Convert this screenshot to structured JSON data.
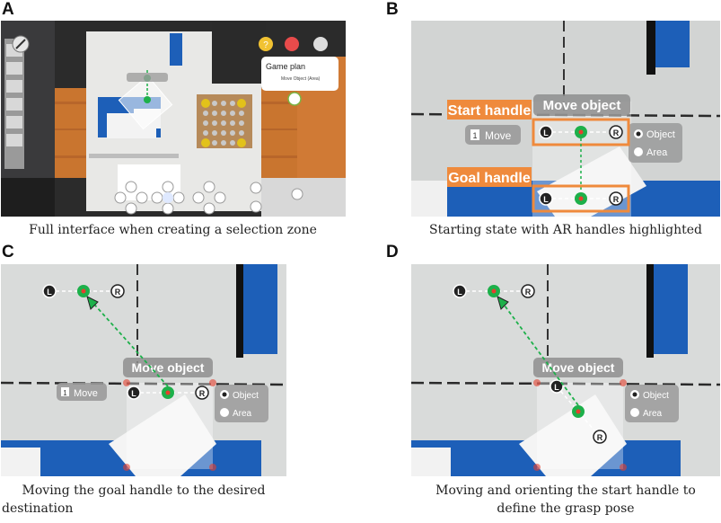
{
  "panels": [
    {
      "letter": "A",
      "caption": "Full interface when creating a selection zone"
    },
    {
      "letter": "B",
      "caption": "Starting state with AR handles highlighted"
    },
    {
      "letter": "C",
      "caption_line1": "Moving the goal handle to the desired",
      "caption_line2": "destination"
    },
    {
      "letter": "D",
      "caption_line1": "Moving and orienting the start handle to",
      "caption_line2": "define the grasp pose"
    }
  ],
  "ui": {
    "move_object": "Move object",
    "move_step": "1",
    "move_label": "Move",
    "option_object": "Object",
    "option_area": "Area",
    "handle_left": "L",
    "handle_right": "R",
    "start_handle_label": "Start handle",
    "goal_handle_label": "Goal handle",
    "game_plan_title": "Game plan",
    "game_plan_step": "Move Object (Area)",
    "help_icon_text": "?"
  },
  "colors": {
    "handle_green": "#1db04a",
    "handle_dot_red": "#e5402e",
    "highlight_orange": "#ef8a3c",
    "table_blue": "#1d5fb8",
    "wood": "#c9752f"
  }
}
